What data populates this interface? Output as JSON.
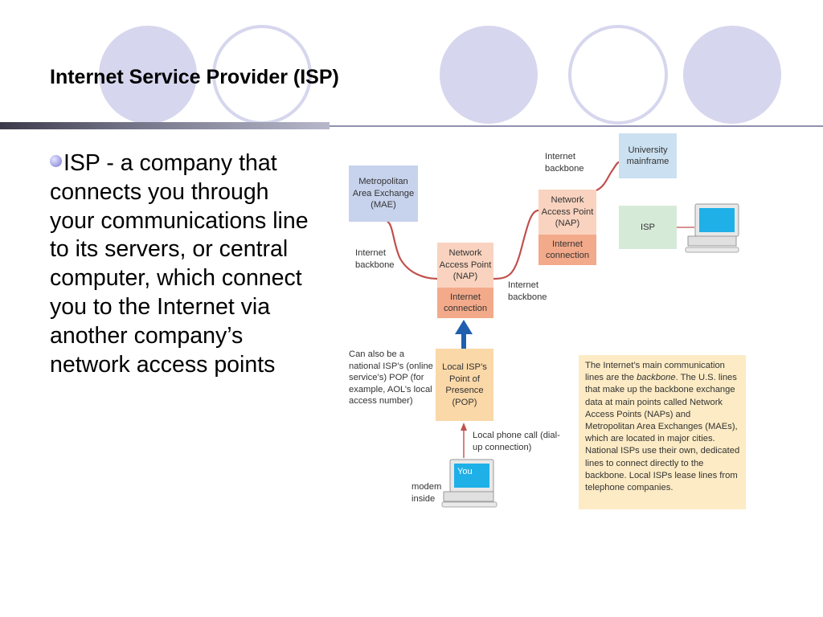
{
  "slide": {
    "title": "Internet Service Provider (ISP)",
    "bullet_text": "ISP -  a company that connects you through your communications line to its servers, or central  computer, which connect you to the Internet via another company’s network access points"
  },
  "diagram": {
    "mae_label": "Metropolitan Area Exchange (MAE)",
    "backbone_left": "Internet backbone",
    "nap_center_label": "Network Access Point (NAP)",
    "conn_center_label": "Internet connection",
    "backbone_middle": "Internet backbone",
    "backbone_top": "Internet backbone",
    "nap_right_label": "Network Access Point (NAP)",
    "conn_right_label": "Internet connection",
    "university_label": "University mainframe",
    "isp_label": "ISP",
    "pop_label": "Local ISP’s Point of Presence (POP)",
    "pop_note": "Can also be a national ISP’s (online service’s) POP (for example, AOL’s local access number)",
    "phone_call_label": "Local phone call (dial-up connection)",
    "modem_label": "modem inside",
    "you_label": "You",
    "note_before": "The Internet’s main communication lines are the ",
    "note_italic": "backbone",
    "note_after": ". The U.S. lines that make up the backbone exchange data at main points called Network Access Points (NAPs) and Metropolitan Area Exchanges (MAEs), which are located in major cities. National ISPs use their own, dedicated lines to connect directly to the backbone. Local ISPs lease lines from telephone companies.",
    "colors": {
      "backbone_line": "#c0504d",
      "arrow": "#1f5fae",
      "phone_line": "#c0504d"
    }
  }
}
